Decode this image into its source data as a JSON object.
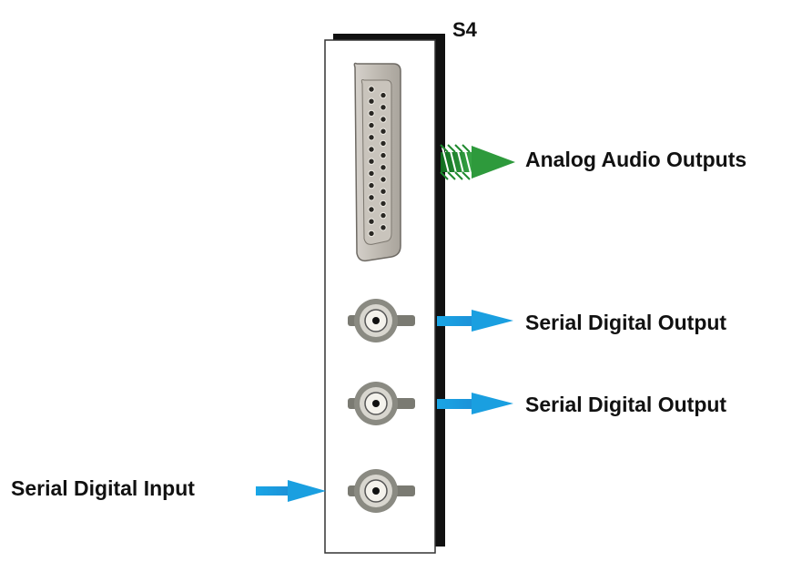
{
  "board": {
    "label": "S4"
  },
  "connectors": {
    "analog_audio": {
      "label": "Analog Audio Outputs",
      "type": "DB-25",
      "direction": "output",
      "color": "#1e8a2e"
    },
    "serial_out_1": {
      "label": "Serial Digital Output",
      "type": "BNC",
      "direction": "output",
      "color": "#1a9fe0"
    },
    "serial_out_2": {
      "label": "Serial Digital Output",
      "type": "BNC",
      "direction": "output",
      "color": "#1a9fe0"
    },
    "serial_in": {
      "label": "Serial Digital Input",
      "type": "BNC",
      "direction": "input",
      "color": "#1a9fe0"
    }
  }
}
